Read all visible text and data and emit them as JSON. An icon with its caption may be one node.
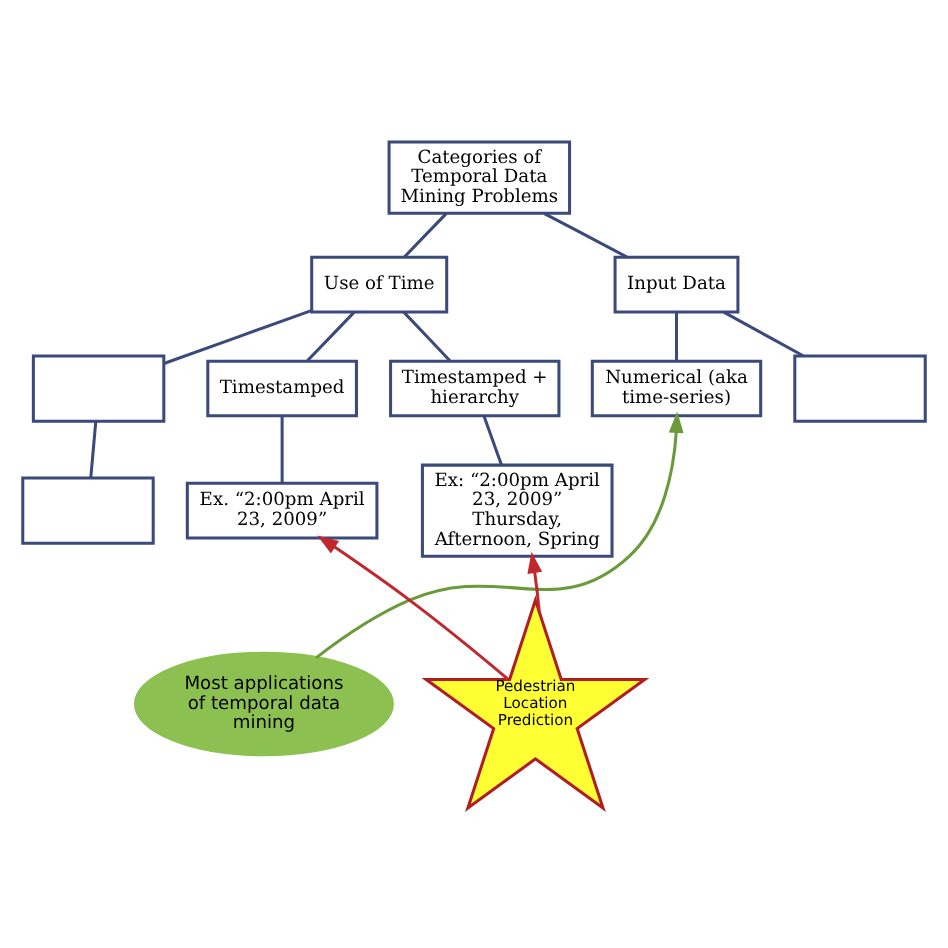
{
  "diagram": {
    "nodes": [
      {
        "text": [
          "Categories of Temporal Data Mining Problems"
        ]
      },
      {
        "text": [
          "Use of Time"
        ]
      },
      {
        "text": [
          "Input Data"
        ]
      },
      {
        "text": [],
        "shape": "box"
      },
      {
        "text": [
          "Timestamped"
        ]
      },
      {
        "text": [
          "Timestamped + hierarchy"
        ]
      },
      {
        "text": [
          "Numerical (aka time-series)"
        ]
      },
      {
        "text": [],
        "shape": "box"
      },
      {
        "text": [],
        "shape": "box"
      },
      {
        "text": [
          "Ex. “2:00pm April 23, 2009”"
        ]
      },
      {
        "text": [
          "Ex: “2:00pm April 23, 2009” Thursday, Afternoon, Spring"
        ]
      },
      {
        "text": [
          "Most applications of temporal data mining"
        ]
      },
      {
        "text": [
          "Pedestrian Location Prediction"
        ]
      }
    ],
    "edges": [
      {
        "from": 0,
        "to": 1,
        "arrow": "none"
      },
      {
        "from": 0,
        "to": 2,
        "arrow": "none"
      },
      {
        "from": 1,
        "to": 3,
        "arrow": "none"
      },
      {
        "from": 1,
        "to": 4,
        "arrow": "none"
      },
      {
        "from": 1,
        "to": 5,
        "arrow": "none"
      },
      {
        "from": 2,
        "to": 6,
        "arrow": "none"
      },
      {
        "from": 2,
        "to": 7,
        "arrow": "none"
      },
      {
        "from": 3,
        "to": 8,
        "arrow": "none"
      },
      {
        "from": 4,
        "to": 9,
        "arrow": "none"
      },
      {
        "from": 5,
        "to": 10,
        "arrow": "none"
      },
      {
        "from": 11,
        "to": 6,
        "arrow": "to",
        "color": "#6a9a3a"
      },
      {
        "from": 12,
        "to": 9,
        "arrow": "to",
        "color": "#c0282d"
      },
      {
        "from": 12,
        "to": 10,
        "arrow": "to",
        "color": "#c0282d"
      }
    ]
  }
}
